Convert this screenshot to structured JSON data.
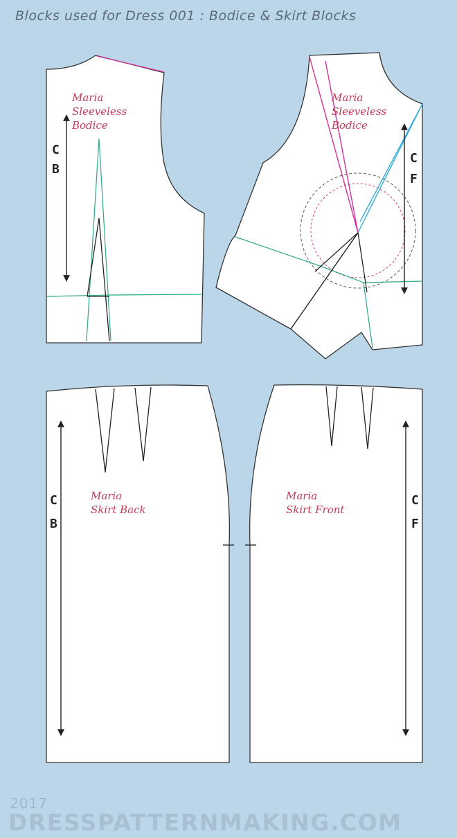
{
  "title": "Blocks used for Dress 001 : Bodice & Skirt Blocks",
  "pieces": {
    "back_bodice": {
      "line1": "Maria",
      "line2": "Sleeveless",
      "line3": "Bodice",
      "mark1": "C",
      "mark2": "B"
    },
    "front_bodice": {
      "line1": "Maria",
      "line2": "Sleeveless",
      "line3": "Bodice",
      "mark1": "C",
      "mark2": "F"
    },
    "skirt_back": {
      "line1": "Maria",
      "line2": "Skirt Back",
      "mark1": "C",
      "mark2": "B"
    },
    "skirt_front": {
      "line1": "Maria",
      "line2": "Skirt Front",
      "mark1": "C",
      "mark2": "F"
    }
  },
  "footer": {
    "year": "2017",
    "brand": "DRESSPATTERNMAKING.COM"
  },
  "colors": {
    "background": "#bcd6e9",
    "label": "#c23a55",
    "green_line": "#2aa88a",
    "pink_line": "#d62e9c",
    "blue_line": "#24a7d6"
  }
}
